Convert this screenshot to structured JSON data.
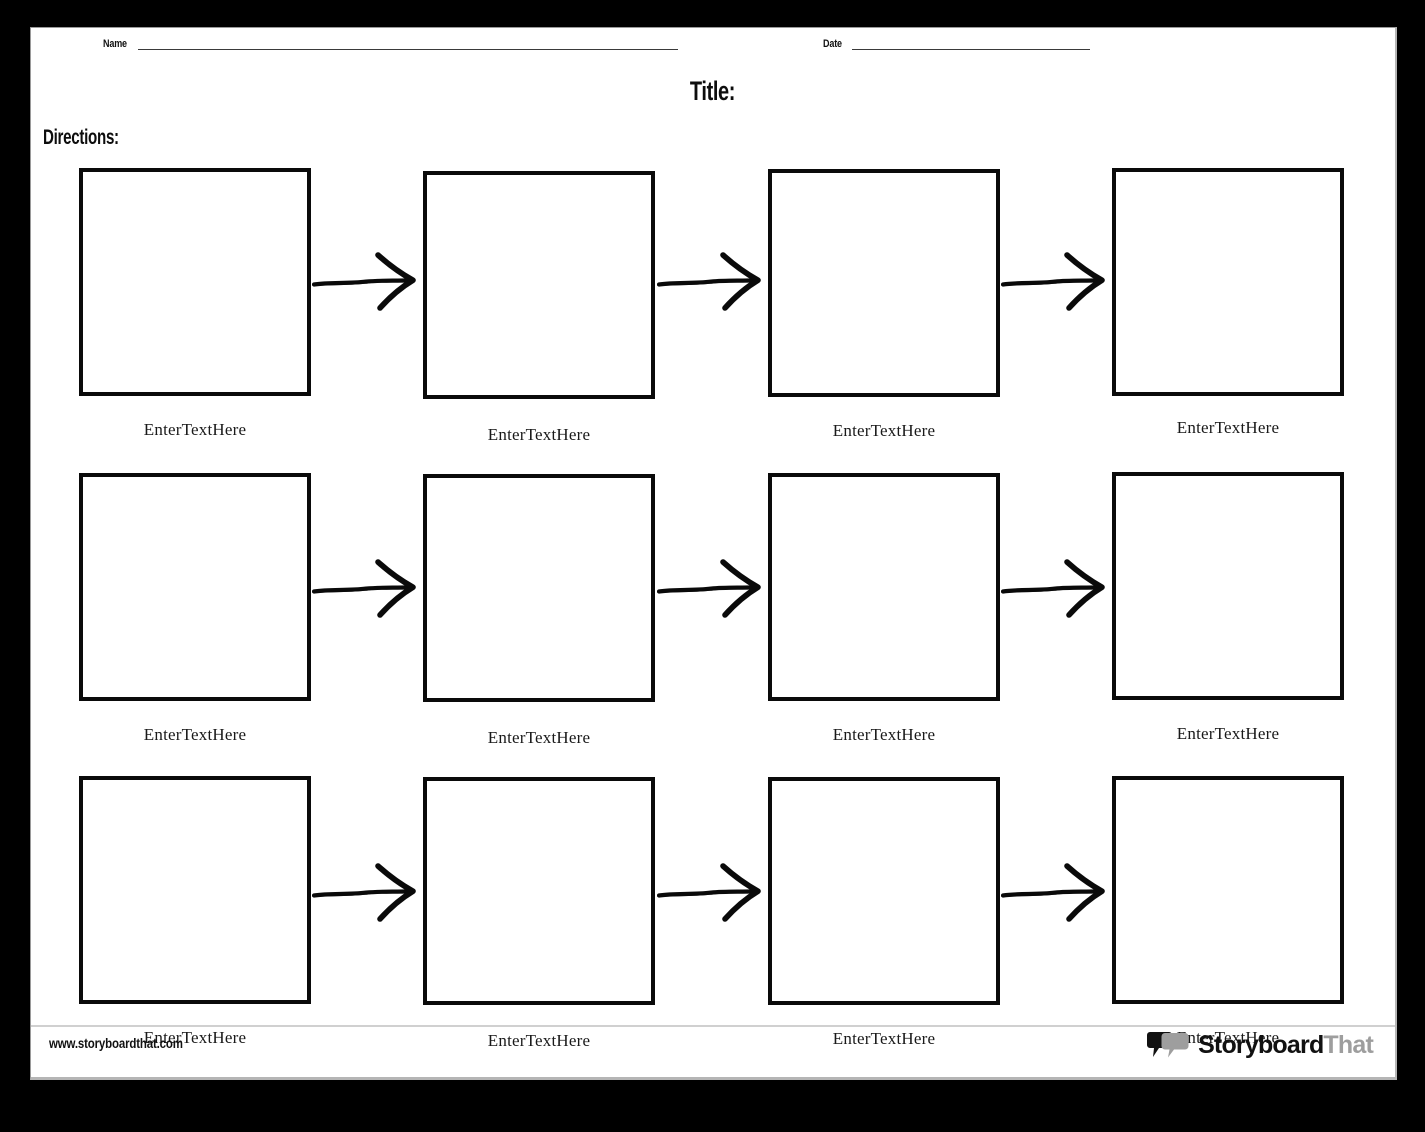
{
  "document": {
    "type": "worksheet-template",
    "title_label": "Title:",
    "directions_label": "Directions:"
  },
  "header": {
    "name_label": "Name",
    "name_value": "",
    "date_label": "Date",
    "date_value": ""
  },
  "grid": {
    "rows": 3,
    "columns": 4,
    "cell_placeholder": "EnterTextHere",
    "connector_icon": "arrow-right-icon",
    "rows_data": [
      {
        "cells": [
          {
            "content": "",
            "caption": "EnterTextHere"
          },
          {
            "content": "",
            "caption": "EnterTextHere"
          },
          {
            "content": "",
            "caption": "EnterTextHere"
          },
          {
            "content": "",
            "caption": "EnterTextHere"
          }
        ]
      },
      {
        "cells": [
          {
            "content": "",
            "caption": "EnterTextHere"
          },
          {
            "content": "",
            "caption": "EnterTextHere"
          },
          {
            "content": "",
            "caption": "EnterTextHere"
          },
          {
            "content": "",
            "caption": "EnterTextHere"
          }
        ]
      },
      {
        "cells": [
          {
            "content": "",
            "caption": "EnterTextHere"
          },
          {
            "content": "",
            "caption": "EnterTextHere"
          },
          {
            "content": "",
            "caption": "EnterTextHere"
          },
          {
            "content": "",
            "caption": "EnterTextHere"
          }
        ]
      }
    ]
  },
  "footer": {
    "url": "www.storyboardthat.com",
    "brand_primary": "Storyboard",
    "brand_secondary": "That",
    "brand_icon": "speech-bubbles-icon"
  },
  "colors": {
    "page_background": "#ffffff",
    "outer_frame": "#000000",
    "box_border": "#0a0a0a",
    "rule_line": "#3a3a3a",
    "caption_text": "#1a1a1a",
    "brand_gray": "#9e9e9e",
    "footer_divider": "#d0d0d0"
  }
}
